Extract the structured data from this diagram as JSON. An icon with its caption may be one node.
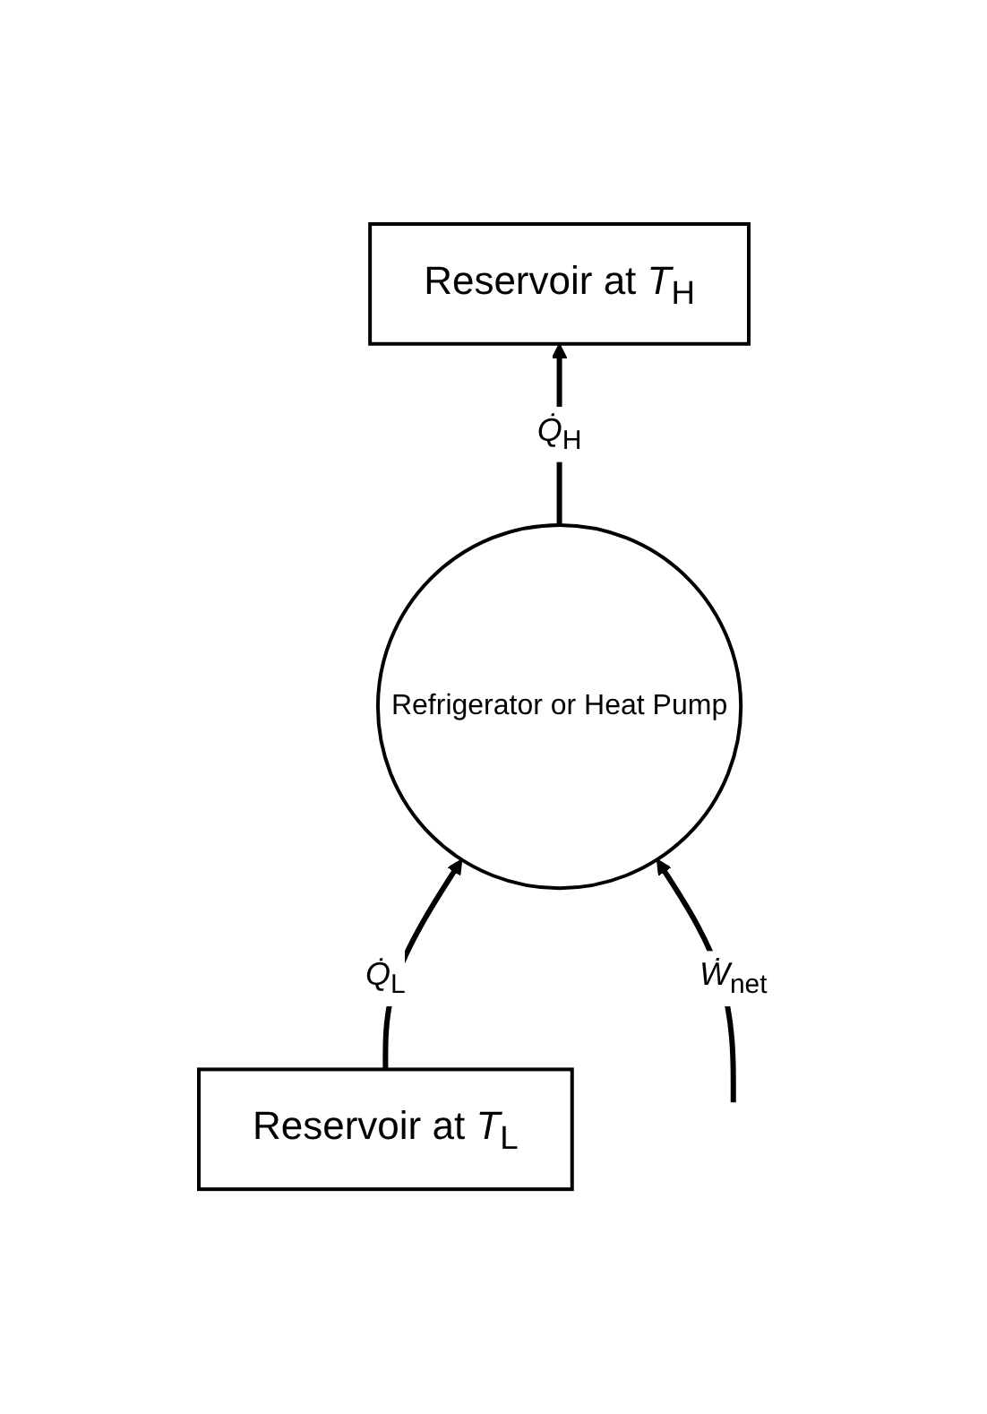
{
  "diagram": {
    "nodes": [
      {
        "text": [
          "Reservoir at *T*$_{H}$"
        ]
      },
      {
        "text": [
          "Refrigerator or Heat Pump"
        ]
      },
      {
        "text": [
          "Reservoir at *T*$_{L}$"
        ]
      }
    ],
    "edges": [
      {
        "from": 1,
        "to": 0,
        "arrow": "to",
        "label": "*Q̇*$_{H}$"
      },
      {
        "from": 2,
        "to": 1,
        "arrow": "to",
        "label": "*Q̇*$_{L}$"
      },
      {
        "from": null,
        "to": 1,
        "arrow": "to",
        "label": "*Ẇ*$_{net}$"
      }
    ]
  }
}
